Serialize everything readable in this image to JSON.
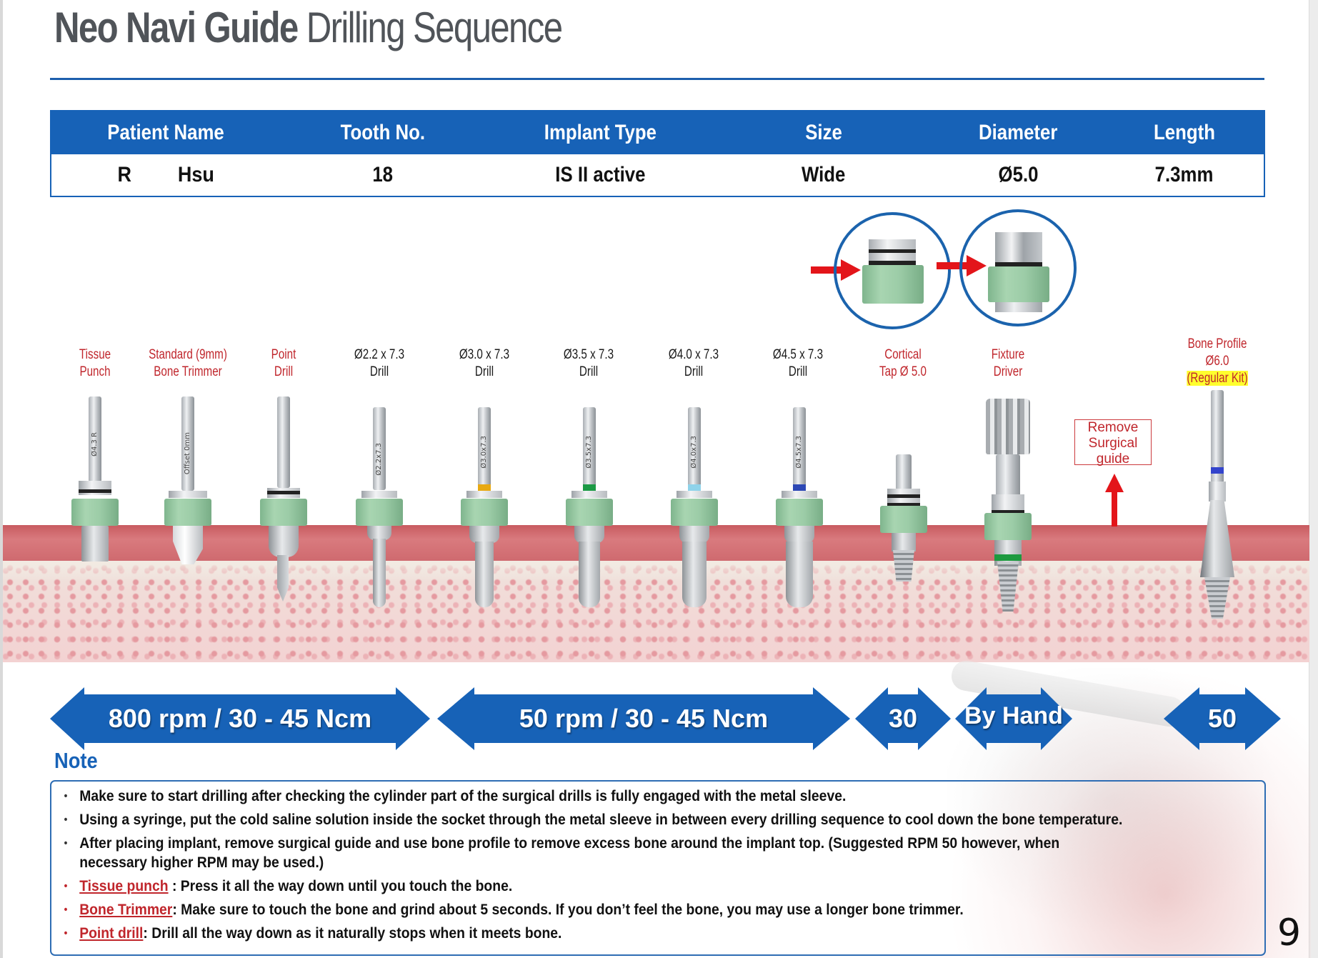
{
  "header": {
    "title_bold": "Neo Navi Guide",
    "title_light": "Drilling Sequence"
  },
  "patient_table": {
    "headers": [
      "Patient Name",
      "Tooth No.",
      "Implant Type",
      "Size",
      "Diameter",
      "Length"
    ],
    "row": {
      "patient_first": "R",
      "patient_last": "Hsu",
      "tooth_no": "18",
      "implant_type": "IS II active",
      "size": "Wide",
      "diameter": "Ø5.0",
      "length": "7.3mm"
    }
  },
  "tools": [
    {
      "label_lines": [
        "Tissue",
        "Punch"
      ],
      "label_color": "red",
      "engraving": "Ø4.3 R"
    },
    {
      "label_lines": [
        "Standard (9mm)",
        "Bone Trimmer"
      ],
      "label_color": "red",
      "engraving": "Offset 0mm"
    },
    {
      "label_lines": [
        "Point",
        "Drill"
      ],
      "label_color": "red",
      "engraving": ""
    },
    {
      "label_lines": [
        "Ø2.2 x 7.3",
        "Drill"
      ],
      "label_color": "black",
      "engraving": "Ø2.2x7.3",
      "band_color": ""
    },
    {
      "label_lines": [
        "Ø3.0 x 7.3",
        "Drill"
      ],
      "label_color": "black",
      "engraving": "Ø3.0x7.3",
      "band_color": "#e8a912"
    },
    {
      "label_lines": [
        "Ø3.5 x 7.3",
        "Drill"
      ],
      "label_color": "black",
      "engraving": "Ø3.5x7.3",
      "band_color": "#1c9a45"
    },
    {
      "label_lines": [
        "Ø4.0 x 7.3",
        "Drill"
      ],
      "label_color": "black",
      "engraving": "Ø4.0x7.3",
      "band_color": "#8fd3ea"
    },
    {
      "label_lines": [
        "Ø4.5 x 7.3",
        "Drill"
      ],
      "label_color": "black",
      "engraving": "Ø4.5x7.3",
      "band_color": "#2d48b5"
    },
    {
      "label_lines": [
        "Cortical",
        "Tap Ø 5.0"
      ],
      "label_color": "red",
      "engraving": ""
    },
    {
      "label_lines": [
        "Fixture",
        "Driver"
      ],
      "label_color": "red",
      "engraving": ""
    },
    {
      "label_lines": [
        "Bone Profile",
        "Ø6.0",
        "(Regular Kit)"
      ],
      "label_color": "red",
      "highlight_last": true,
      "band_color": "#3344cc"
    }
  ],
  "remove_guide": {
    "lines": [
      "Remove",
      "Surgical",
      "guide"
    ]
  },
  "speed_arrows": [
    {
      "label": "800 rpm / 30 - 45 Ncm"
    },
    {
      "label": "50 rpm / 30 - 45 Ncm"
    },
    {
      "label": "30"
    },
    {
      "label": "By Hand"
    },
    {
      "label": "50"
    }
  ],
  "note": {
    "title": "Note",
    "items": [
      {
        "text": "Make sure to start drilling after checking the cylinder part of the surgical drills is fully engaged with the metal sleeve."
      },
      {
        "text": "Using a syringe, put the cold saline solution inside the socket through the metal sleeve in between every drilling sequence to cool down the bone temperature."
      },
      {
        "text": "After placing implant, remove surgical guide and use bone profile to remove excess bone around the implant top.  (Suggested RPM 50 however, when necessary higher RPM may be used.)"
      },
      {
        "term": "Tissue punch",
        "text": " : Press it all the way down until you touch the bone."
      },
      {
        "term": "Bone Trimmer",
        "text": ": Make sure to touch the bone and grind about 5 seconds. If you don’t feel the bone, you may use a longer bone trimmer."
      },
      {
        "term": "Point drill",
        "text": ": Drill all the way down as it naturally stops when it meets bone."
      }
    ]
  },
  "page_number": "9",
  "colors": {
    "brand_blue": "#1762b7",
    "label_red": "#c0262c",
    "sleeve_green": "#9ccca7",
    "highlight_yellow": "#ffff2e"
  }
}
